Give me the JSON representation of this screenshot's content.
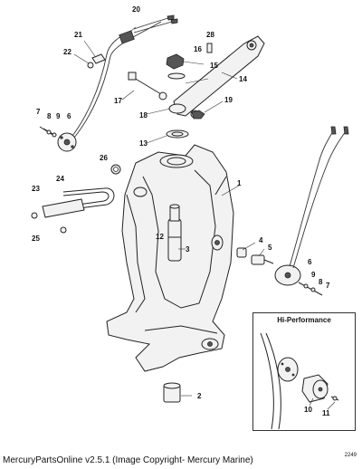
{
  "diagram": {
    "callouts": [
      {
        "id": "c1",
        "text": "1"
      },
      {
        "id": "c2",
        "text": "2"
      },
      {
        "id": "c3",
        "text": "3"
      },
      {
        "id": "c4",
        "text": "4"
      },
      {
        "id": "c5",
        "text": "5"
      },
      {
        "id": "c6a",
        "text": "6"
      },
      {
        "id": "c6b",
        "text": "6"
      },
      {
        "id": "c7a",
        "text": "7"
      },
      {
        "id": "c7b",
        "text": "7"
      },
      {
        "id": "c8a",
        "text": "8"
      },
      {
        "id": "c8b",
        "text": "8"
      },
      {
        "id": "c9a",
        "text": "9"
      },
      {
        "id": "c9b",
        "text": "9"
      },
      {
        "id": "c10",
        "text": "10"
      },
      {
        "id": "c11",
        "text": "11"
      },
      {
        "id": "c12",
        "text": "12"
      },
      {
        "id": "c13",
        "text": "13"
      },
      {
        "id": "c14",
        "text": "14"
      },
      {
        "id": "c15",
        "text": "15"
      },
      {
        "id": "c16",
        "text": "16"
      },
      {
        "id": "c17",
        "text": "17"
      },
      {
        "id": "c18",
        "text": "18"
      },
      {
        "id": "c19",
        "text": "19"
      },
      {
        "id": "c20",
        "text": "20"
      },
      {
        "id": "c21",
        "text": "21"
      },
      {
        "id": "c22",
        "text": "22"
      },
      {
        "id": "c23",
        "text": "23"
      },
      {
        "id": "c24",
        "text": "24"
      },
      {
        "id": "c25",
        "text": "25"
      },
      {
        "id": "c26",
        "text": "26"
      },
      {
        "id": "c28",
        "text": "28"
      }
    ]
  },
  "inset": {
    "title": "Hi-Performance"
  },
  "footer": {
    "caption": "MercuryPartsOnline v2.5.1 (Image Copyright- Mercury Marine)",
    "drawing_number": "2249"
  }
}
